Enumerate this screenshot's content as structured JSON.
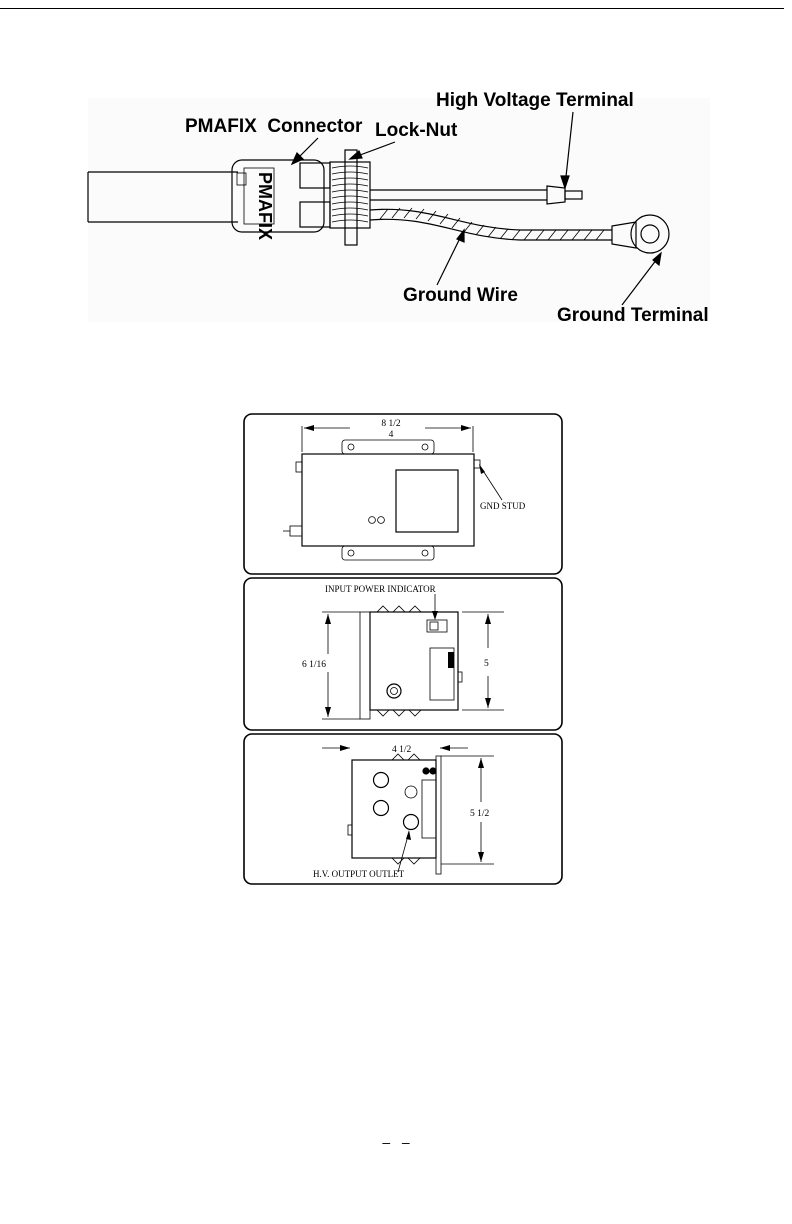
{
  "connector_diagram": {
    "labels": {
      "high_voltage_terminal": "High Voltage Terminal",
      "pmafix_connector": "PMAFIX  Connector",
      "lock_nut": "Lock-Nut",
      "ground_wire": "Ground Wire",
      "ground_terminal": "Ground Terminal"
    },
    "body_text": "PMAFIX"
  },
  "dimension_views": {
    "top_view": {
      "dim_outer": "8 1/2",
      "dim_inner": "4",
      "gnd_stud": "GND STUD"
    },
    "side_view": {
      "indicator": "INPUT POWER INDICATOR",
      "dim_left": "6 1/16",
      "dim_right": "5"
    },
    "end_view": {
      "dim_top": "4 1/2",
      "dim_right": "5 1/2",
      "outlet": "H.V. OUTPUT OUTLET"
    }
  },
  "footer": {
    "page_marks": "–   –"
  }
}
